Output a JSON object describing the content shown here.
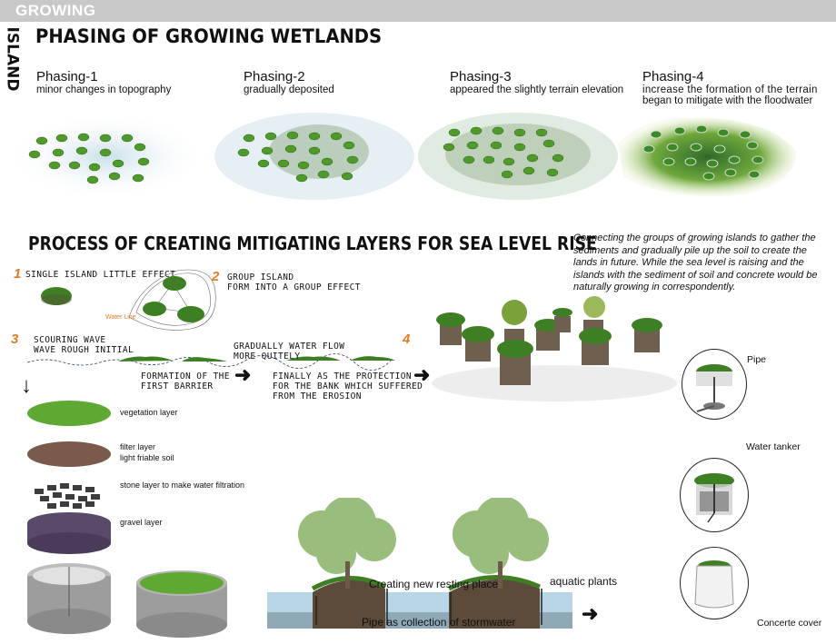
{
  "header": {
    "section_label": "GROWING",
    "side_label": "ISLAND",
    "title": "PHASING OF GROWING WETLANDS"
  },
  "phases": [
    {
      "title": "Phasing-1",
      "subtitle": "minor changes in topography"
    },
    {
      "title": "Phasing-2",
      "subtitle": "gradually deposited"
    },
    {
      "title": "Phasing-3",
      "subtitle": "appeared the slightly terrain elevation"
    },
    {
      "title": "Phasing-4",
      "subtitle": "increase the formation of the terrain",
      "subtitle2": "began to mitigate with the floodwater"
    }
  ],
  "process": {
    "title": "PROCESS OF CREATING MITIGATING LAYERS FOR SEA LEVEL RISE",
    "description": "Connecting the groups of growing islands to gather the sediments and gradually pile up the soil to create the lands in future. While the sea level is raising and the islands with the sediment of soil and concrete would be naturally growing in correspondently."
  },
  "steps": {
    "s1_num": "1",
    "s1_text": "SINGLE ISLAND LITTLE EFFECT",
    "s2_num": "2",
    "s2_line1": "GROUP ISLAND",
    "s2_line2": "FORM INTO A GROUP EFFECT",
    "water_line": "Water Line",
    "s3_num": "3",
    "s3_line1": "SCOURING WAVE",
    "s3_line2": "WAVE ROUGH INITIAL",
    "barrier_line1": "FORMATION OF THE",
    "barrier_line2": "FIRST BARRIER",
    "flow_line1": "GRADUALLY WATER FLOW",
    "flow_line2": "MORE QUITELY",
    "protect_line1": "FINALLY AS THE PROTECTION",
    "protect_line2": "FOR THE BANK WHICH SUFFERED",
    "protect_line3": "FROM THE EROSION",
    "s4_num": "4"
  },
  "layers": {
    "vegetation": "vegetation layer",
    "filter1": "filter layer",
    "filter2": "light friable soil",
    "stone": "stone layer to make water filtration",
    "gravel": "gravel  layer"
  },
  "section": {
    "resting": "Creating new resting place",
    "aquatic": "aquatic plants",
    "pipe_collect": "Pipe as collection of stormwater"
  },
  "components": {
    "pipe": "Pipe",
    "tanker": "Water tanker",
    "cover": "Concerte cover"
  },
  "colors": {
    "accent_orange": "#e47b25",
    "grass": "#3e7d1f",
    "water_blue": "#b9d6e6",
    "header_gray": "#c8c8c8"
  }
}
